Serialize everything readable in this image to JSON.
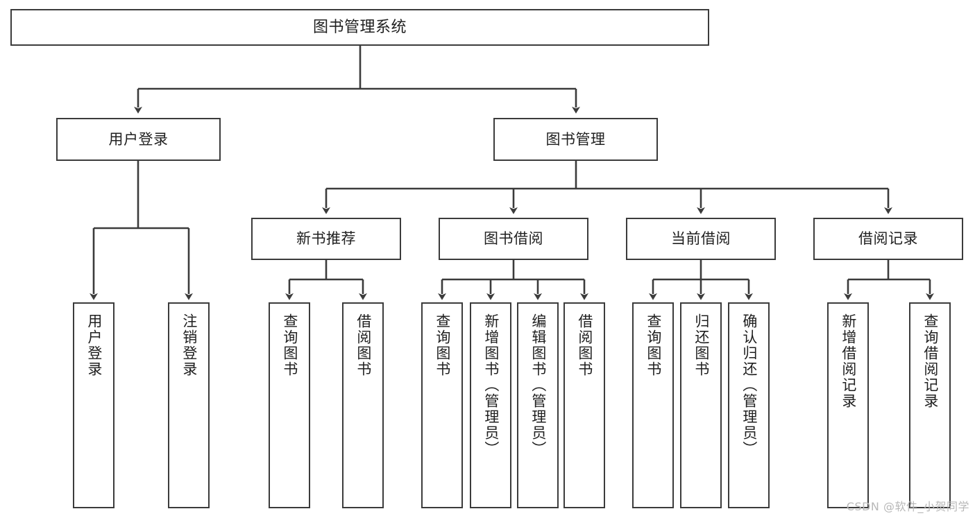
{
  "diagram": {
    "type": "tree",
    "title": "图书管理系统",
    "root": {
      "label": "图书管理系统"
    },
    "level2": [
      {
        "label": "用户登录"
      },
      {
        "label": "图书管理"
      }
    ],
    "level3": [
      {
        "label": "新书推荐"
      },
      {
        "label": "图书借阅"
      },
      {
        "label": "当前借阅"
      },
      {
        "label": "借阅记录"
      }
    ],
    "leaves": {
      "user_login": [
        {
          "label": "用户登录"
        },
        {
          "label": "注销登录"
        }
      ],
      "new_book_recommend": [
        {
          "label": "查询图书"
        },
        {
          "label": "借阅图书"
        }
      ],
      "book_borrow": [
        {
          "label": "查询图书"
        },
        {
          "label": "新增图书（管理员）"
        },
        {
          "label": "编辑图书（管理员）"
        },
        {
          "label": "借阅图书"
        }
      ],
      "current_borrow": [
        {
          "label": "查询图书"
        },
        {
          "label": "归还图书"
        },
        {
          "label": "确认归还（管理员）"
        }
      ],
      "borrow_record": [
        {
          "label": "新增借阅记录"
        },
        {
          "label": "查询借阅记录"
        }
      ]
    }
  },
  "watermark": {
    "text": "CSDN @软件_小贺同学"
  },
  "colors": {
    "stroke": "#3b3b3b",
    "background": "#ffffff",
    "text": "#1f1f1f",
    "watermark": "#b8b8b8"
  }
}
